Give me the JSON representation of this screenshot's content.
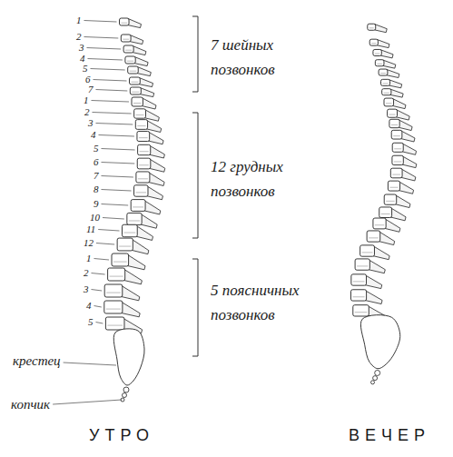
{
  "diagram": {
    "labels": [
      "1",
      "2",
      "3",
      "4",
      "5",
      "6",
      "7",
      "1",
      "2",
      "3",
      "4",
      "5",
      "6",
      "7",
      "8",
      "9",
      "10",
      "11",
      "12",
      "1",
      "2",
      "3",
      "4",
      "5",
      "7 шейных позвонков",
      "12 грудных позвонков",
      "5 поясничных позвонков",
      "крестец",
      "копчик",
      "УТРО",
      "ВЕЧЕР"
    ]
  }
}
